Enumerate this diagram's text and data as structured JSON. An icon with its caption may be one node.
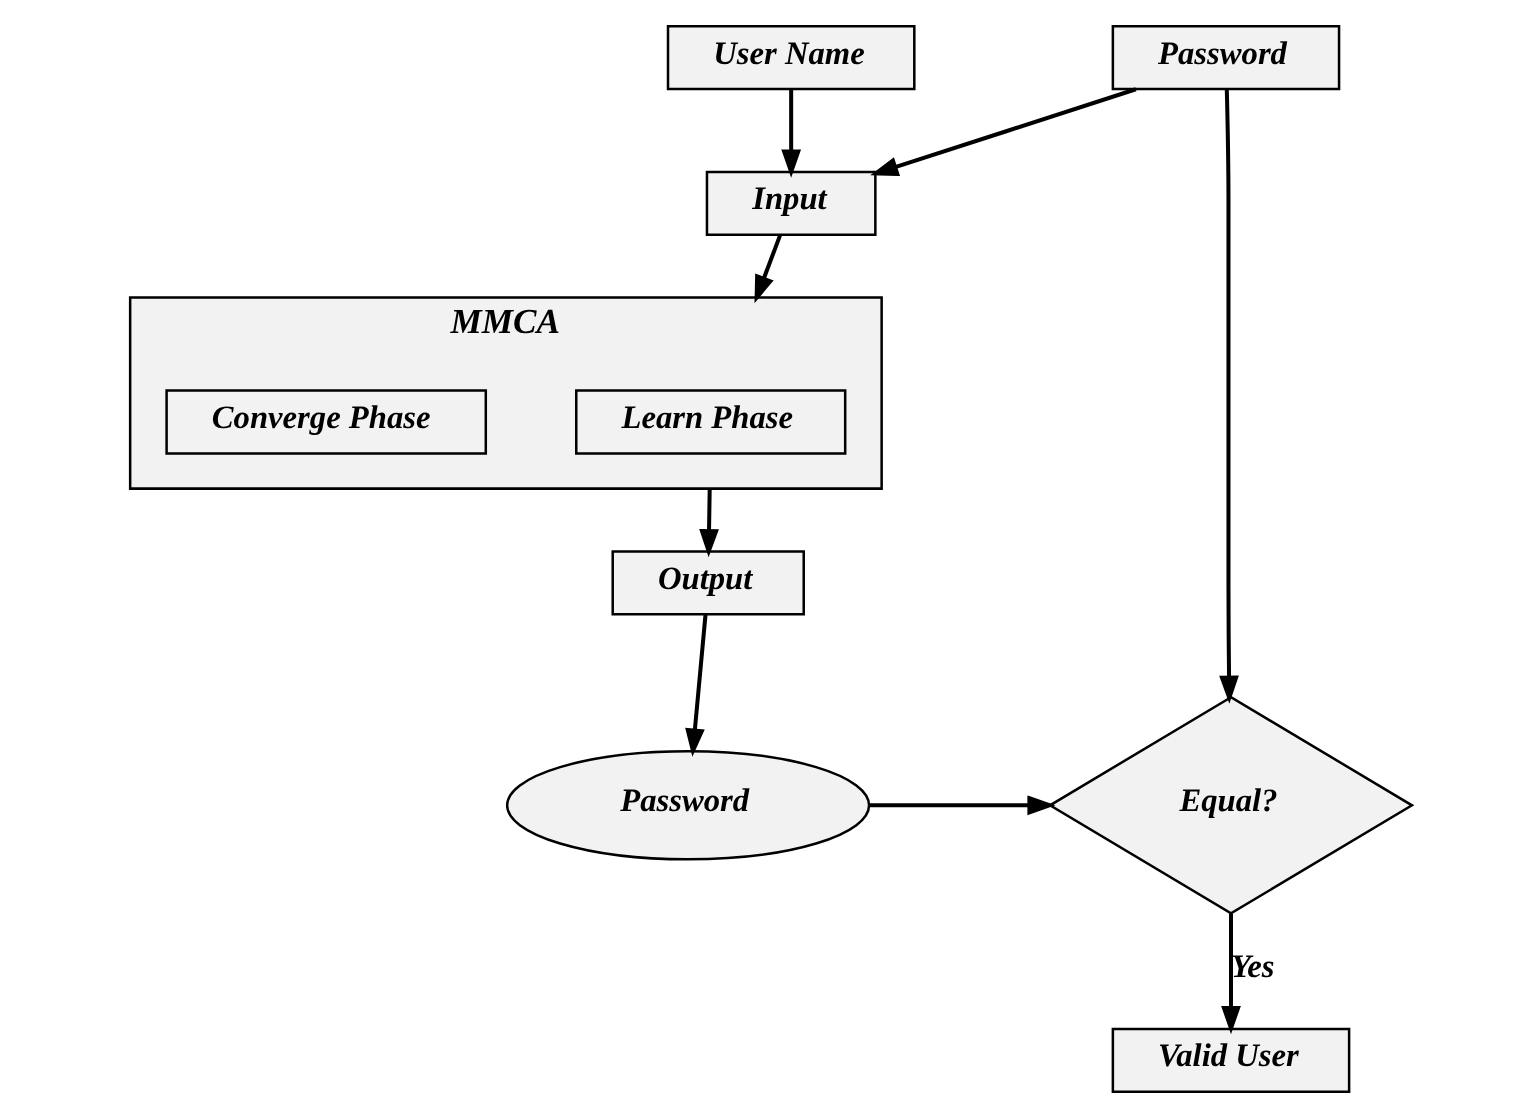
{
  "diagram": {
    "nodes": [
      {
        "text": [
          "Password"
        ]
      },
      {
        "text": [
          "User Name"
        ]
      },
      {
        "text": [
          "Input"
        ]
      },
      {
        "text": [
          "MMCA"
        ]
      },
      {
        "text": [
          "Learn Phase"
        ],
        "in": 3
      },
      {
        "text": [
          "Converge Phase"
        ],
        "in": 3
      },
      {
        "text": [
          "Output"
        ]
      },
      {
        "text": [
          "Password"
        ]
      },
      {
        "text": [
          "Equal?"
        ]
      },
      {
        "text": [
          "Valid User"
        ]
      }
    ],
    "edges": [
      {
        "from": 0,
        "to": 2,
        "arrow": "to"
      },
      {
        "from": 1,
        "to": 2,
        "arrow": "to"
      },
      {
        "from": 2,
        "to": 3,
        "arrow": "to"
      },
      {
        "from": 3,
        "to": 6,
        "arrow": "to"
      },
      {
        "from": 6,
        "to": 7,
        "arrow": "to"
      },
      {
        "from": 7,
        "to": 8,
        "arrow": "to"
      },
      {
        "from": 0,
        "to": 8,
        "arrow": "to"
      },
      {
        "from": 8,
        "to": 9,
        "arrow": "to",
        "label": "Yes"
      }
    ]
  }
}
